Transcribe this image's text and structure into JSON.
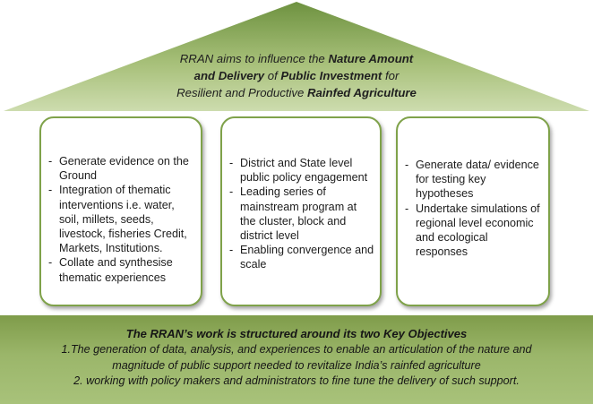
{
  "roof": {
    "line1_a": "RRAN aims to influence the ",
    "line1_b": "Nature Amount",
    "line2_a": "and Delivery",
    "line2_b": " of ",
    "line2_c": "Public Investment",
    "line2_d": " for",
    "line3_a": "Resilient and Productive ",
    "line3_b": "Rainfed Agriculture"
  },
  "pillars": [
    {
      "items": [
        "Generate evidence on the Ground",
        "Integration of thematic interventions i.e. water, soil, millets, seeds, livestock, fisheries Credit, Markets, Institutions.",
        "Collate and synthesise thematic experiences"
      ]
    },
    {
      "items": [
        "District and State level public policy engagement",
        "Leading series of mainstream program at the cluster, block and district level",
        "Enabling convergence and scale"
      ]
    },
    {
      "items": [
        "Generate data/ evidence for testing key hypotheses",
        "Undertake simulations of regional level economic and ecological responses"
      ]
    }
  ],
  "base": {
    "title": "The RRAN’s work is structured around its two Key Objectives",
    "objective1_line1": "1.The generation of data, analysis, and experiences to enable an articulation of the nature and",
    "objective1_line2": "magnitude of public support needed to revitalize India’s rainfed agriculture",
    "objective2": "2. working with policy makers and administrators to fine tune the delivery of such support."
  },
  "colors": {
    "roof_top": "#6e9240",
    "roof_bottom": "#c5d6a2",
    "pillar_border": "#7fa24a",
    "base": "#9bb66a"
  }
}
